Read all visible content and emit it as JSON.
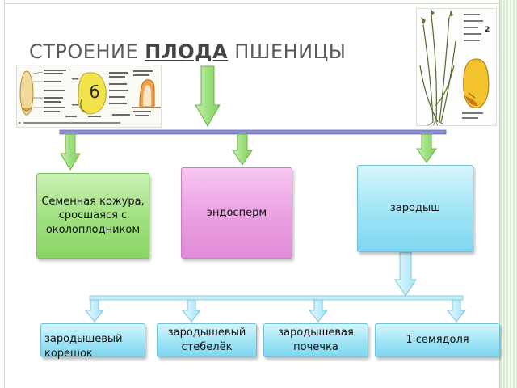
{
  "title": {
    "prefix": "СТРОЕНИЕ ",
    "highlight": "ПЛОДА",
    "suffix": " ПШЕНИЦЫ"
  },
  "thumbnails": {
    "seed_diagram_number": "б",
    "plant_figure_number": "2"
  },
  "top_nodes": [
    {
      "label": "Семенная кожура, сросшаяся с околоплодником"
    },
    {
      "label": "эндосперм"
    },
    {
      "label": "зародыш"
    }
  ],
  "germ_parts": [
    {
      "label": "зародышевый корешок"
    },
    {
      "label": "зародышевый стебелёк"
    },
    {
      "label": "зародышевая почечка"
    },
    {
      "label": "1 семядоля"
    }
  ],
  "colors": {
    "green_box": "#9fe07e",
    "purple_box": "#ea9fe2",
    "blue_box": "#9ee4f5",
    "bar": "#8a8fd8",
    "arrow_green": "#9fe07e",
    "arrow_blue": "#c9f1fb"
  }
}
